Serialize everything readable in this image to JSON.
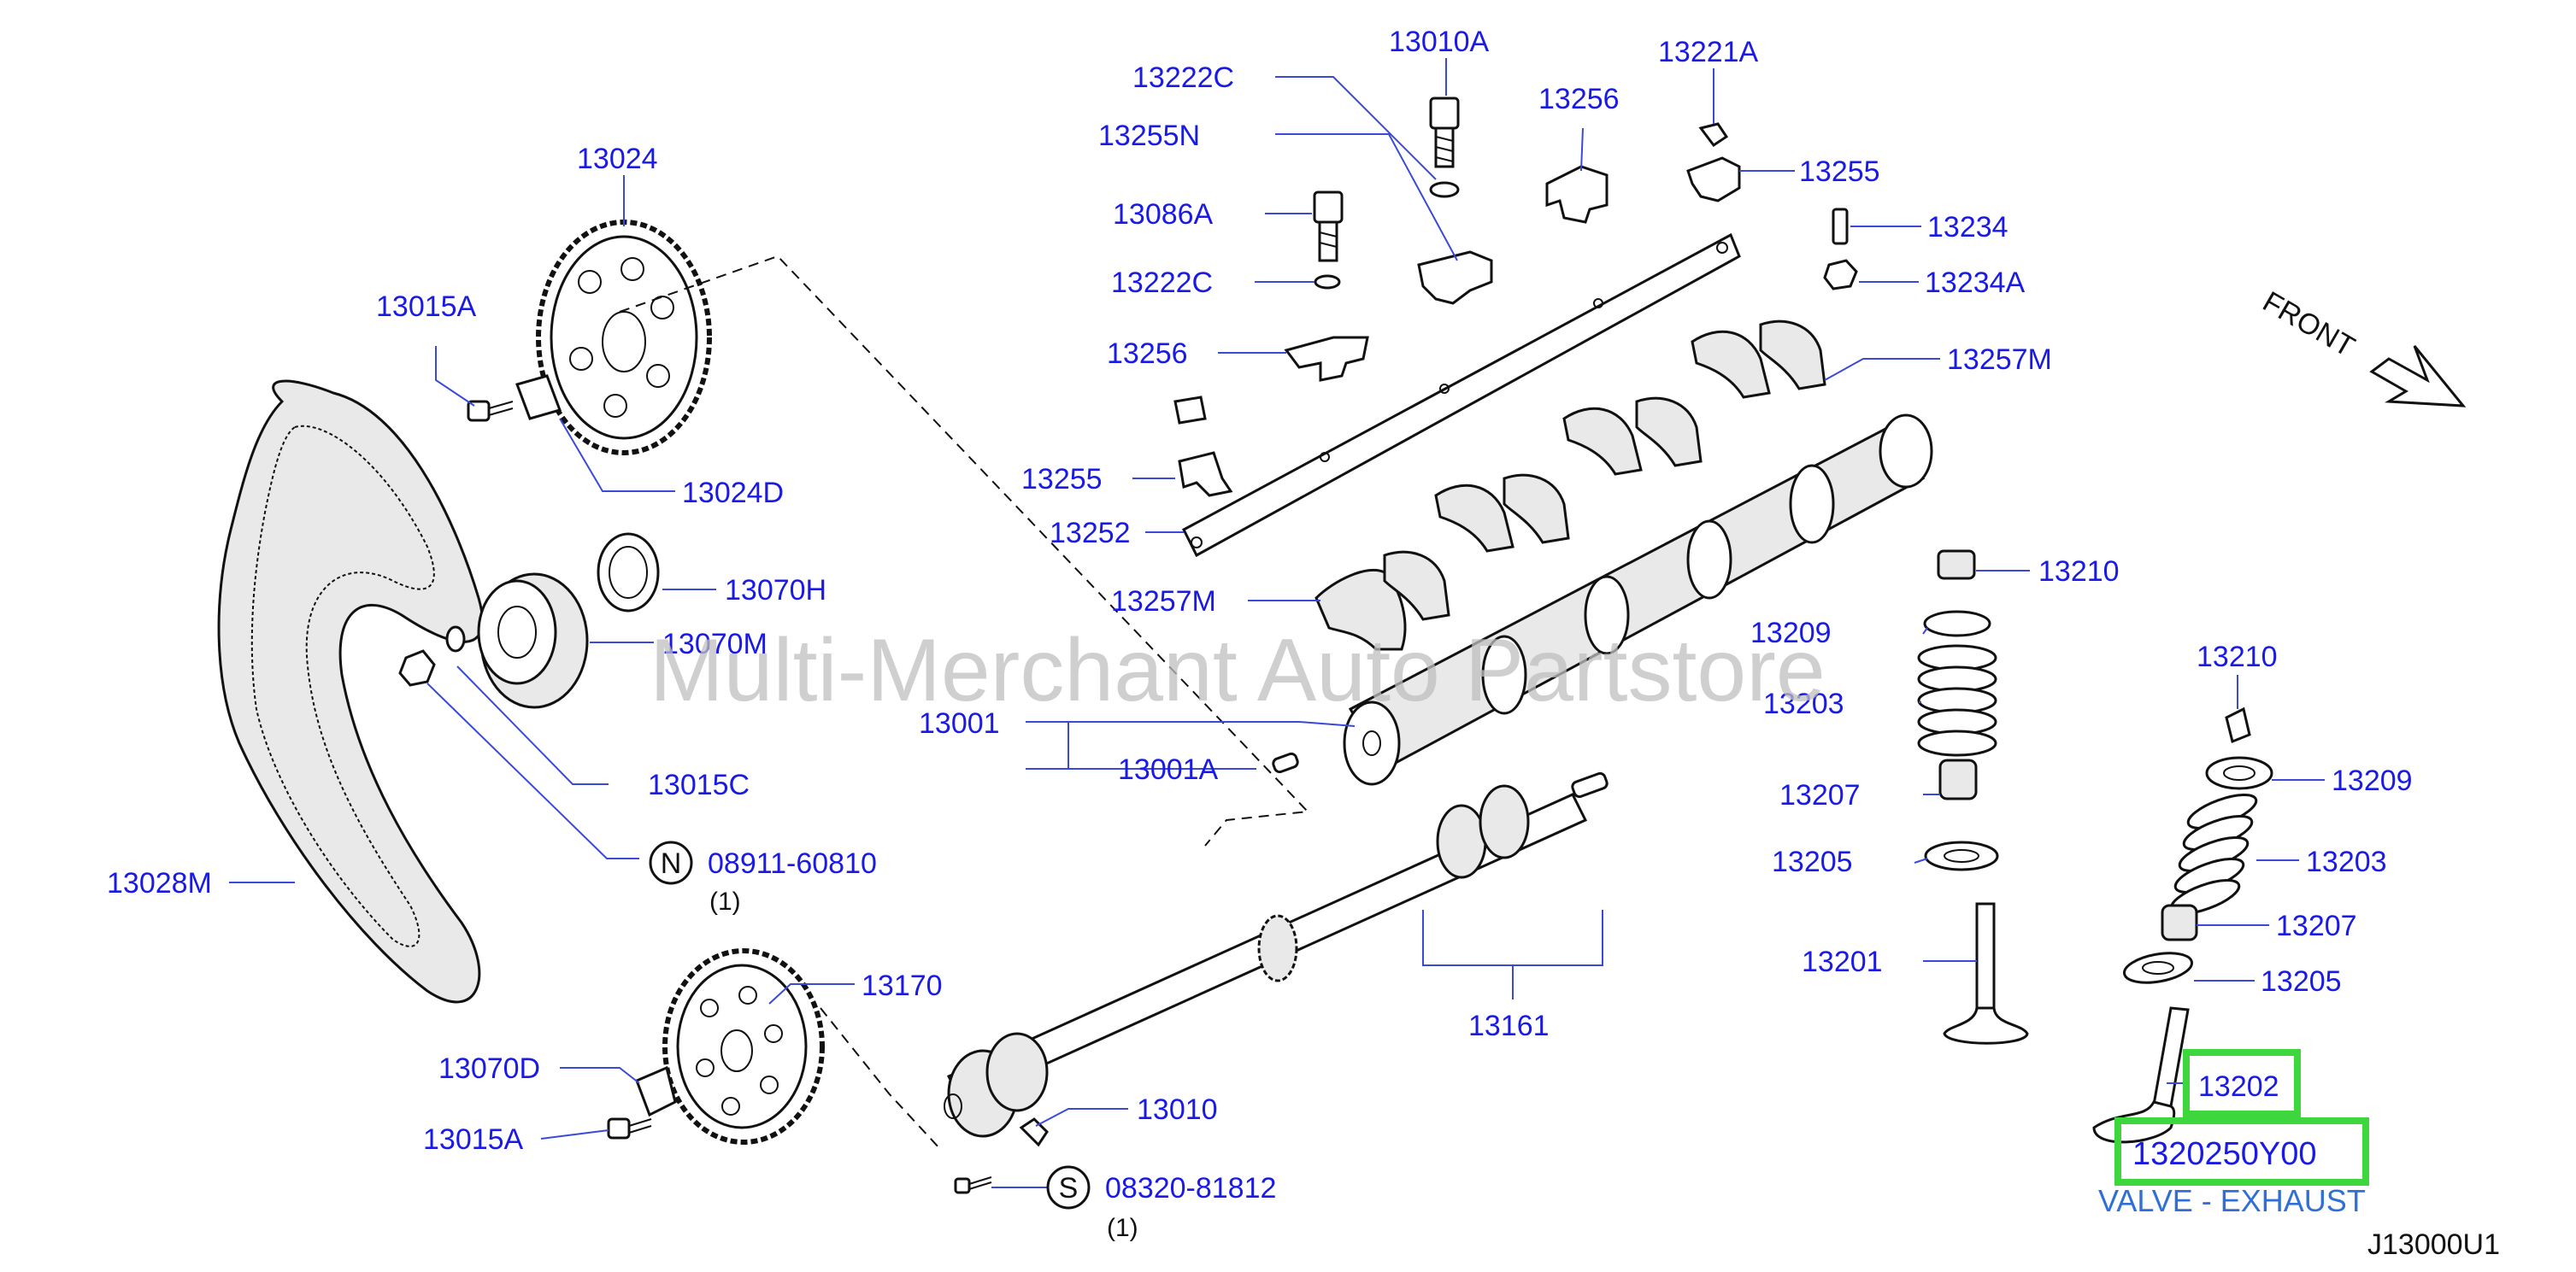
{
  "diagram": {
    "watermark": "Multi-Merchant Auto Partstore",
    "front_label": "FRONT",
    "diagram_code": "J13000U1",
    "highlight": {
      "part_number": "13202",
      "oem_number": "1320250Y00",
      "description": "VALVE - EXHAUST"
    },
    "parts": {
      "p13010A": "13010A",
      "p13221A": "13221A",
      "p13222C_top": "13222C",
      "p13256_top": "13256",
      "p13255N": "13255N",
      "p13255_right": "13255",
      "p13086A": "13086A",
      "p13234": "13234",
      "p13222C_mid": "13222C",
      "p13234A": "13234A",
      "p13256_mid": "13256",
      "p13257M_right": "13257M",
      "p13255_left": "13255",
      "p13252": "13252",
      "p13257M_left": "13257M",
      "p13210_top": "13210",
      "p13209_left": "13209",
      "p13203_left": "13203",
      "p13207_left": "13207",
      "p13205_left": "13205",
      "p13201": "13201",
      "p13210_right": "13210",
      "p13209_right": "13209",
      "p13203_right": "13203",
      "p13207_right": "13207",
      "p13205_right": "13205",
      "p13001": "13001",
      "p13001A": "13001A",
      "p13161": "13161",
      "p13010": "13010",
      "p13024": "13024",
      "p13015A_top": "13015A",
      "p13024D": "13024D",
      "p13070H": "13070H",
      "p13070M": "13070M",
      "p13015C": "13015C",
      "p13028M": "13028M",
      "p13170": "13170",
      "p13070D": "13070D",
      "p13015A_bot": "13015A"
    },
    "std_parts": [
      {
        "symbol": "N",
        "number": "08911-60810",
        "qty": "(1)"
      },
      {
        "symbol": "S",
        "number": "08320-81812",
        "qty": "(1)"
      }
    ]
  }
}
